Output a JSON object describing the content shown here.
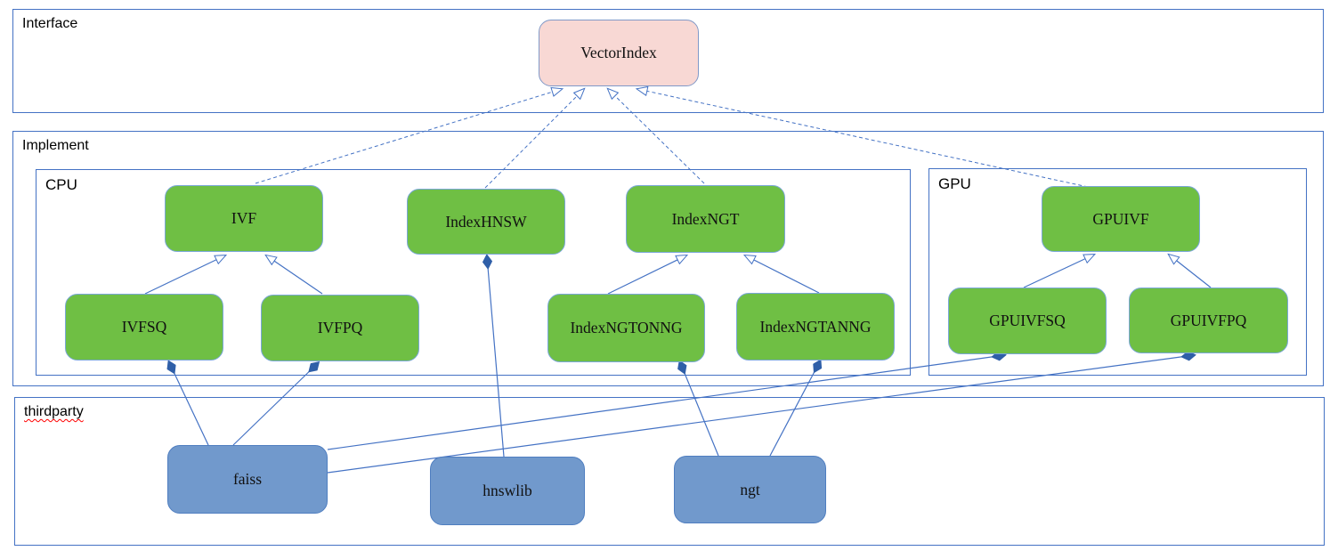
{
  "diagram": {
    "sections": {
      "interface": {
        "label": "Interface"
      },
      "implement": {
        "label": "Implement"
      },
      "cpu": {
        "label": "CPU"
      },
      "gpu": {
        "label": "GPU"
      },
      "thirdparty": {
        "label": "thirdparty"
      }
    },
    "nodes": {
      "vectorindex": {
        "label": "VectorIndex",
        "kind": "interface"
      },
      "ivf": {
        "label": "IVF",
        "kind": "cpu-class"
      },
      "indexhnsw": {
        "label": "IndexHNSW",
        "kind": "cpu-class"
      },
      "indexngt": {
        "label": "IndexNGT",
        "kind": "cpu-class"
      },
      "ivfsq": {
        "label": "IVFSQ",
        "kind": "cpu-class"
      },
      "ivfpq": {
        "label": "IVFPQ",
        "kind": "cpu-class"
      },
      "indexngtonng": {
        "label": "IndexNGTONNG",
        "kind": "cpu-class"
      },
      "indexngtanng": {
        "label": "IndexNGTANNG",
        "kind": "cpu-class"
      },
      "gpuivf": {
        "label": "GPUIVF",
        "kind": "gpu-class"
      },
      "gpuivfsq": {
        "label": "GPUIVFSQ",
        "kind": "gpu-class"
      },
      "gpuivfpq": {
        "label": "GPUIVFPQ",
        "kind": "gpu-class"
      },
      "faiss": {
        "label": "faiss",
        "kind": "thirdparty-lib"
      },
      "hnswlib": {
        "label": "hnswlib",
        "kind": "thirdparty-lib"
      },
      "ngt": {
        "label": "ngt",
        "kind": "thirdparty-lib"
      }
    },
    "edges": [
      {
        "from": "ivf",
        "to": "vectorindex",
        "type": "realization"
      },
      {
        "from": "indexhnsw",
        "to": "vectorindex",
        "type": "realization"
      },
      {
        "from": "indexngt",
        "to": "vectorindex",
        "type": "realization"
      },
      {
        "from": "gpuivf",
        "to": "vectorindex",
        "type": "realization"
      },
      {
        "from": "ivfsq",
        "to": "ivf",
        "type": "inheritance"
      },
      {
        "from": "ivfpq",
        "to": "ivf",
        "type": "inheritance"
      },
      {
        "from": "indexngtonng",
        "to": "indexngt",
        "type": "inheritance"
      },
      {
        "from": "indexngtanng",
        "to": "indexngt",
        "type": "inheritance"
      },
      {
        "from": "gpuivfsq",
        "to": "gpuivf",
        "type": "inheritance"
      },
      {
        "from": "gpuivfpq",
        "to": "gpuivf",
        "type": "inheritance"
      },
      {
        "from": "indexhnsw",
        "to": "hnswlib",
        "type": "composition"
      },
      {
        "from": "ivfsq",
        "to": "faiss",
        "type": "composition"
      },
      {
        "from": "ivfpq",
        "to": "faiss",
        "type": "composition"
      },
      {
        "from": "indexngtonng",
        "to": "ngt",
        "type": "composition"
      },
      {
        "from": "indexngtanng",
        "to": "ngt",
        "type": "composition"
      },
      {
        "from": "gpuivfsq",
        "to": "faiss",
        "type": "composition"
      },
      {
        "from": "gpuivfpq",
        "to": "faiss",
        "type": "composition"
      }
    ],
    "colors": {
      "interface_fill": "#f8d8d4",
      "class_fill": "#6fbf44",
      "thirdparty_fill": "#7199cc",
      "connector_line": "#4472c4",
      "frame_border": "#4472c4",
      "diamond_fill": "#2f5fa8",
      "spellcheck_squiggle": "#ff0000"
    }
  }
}
